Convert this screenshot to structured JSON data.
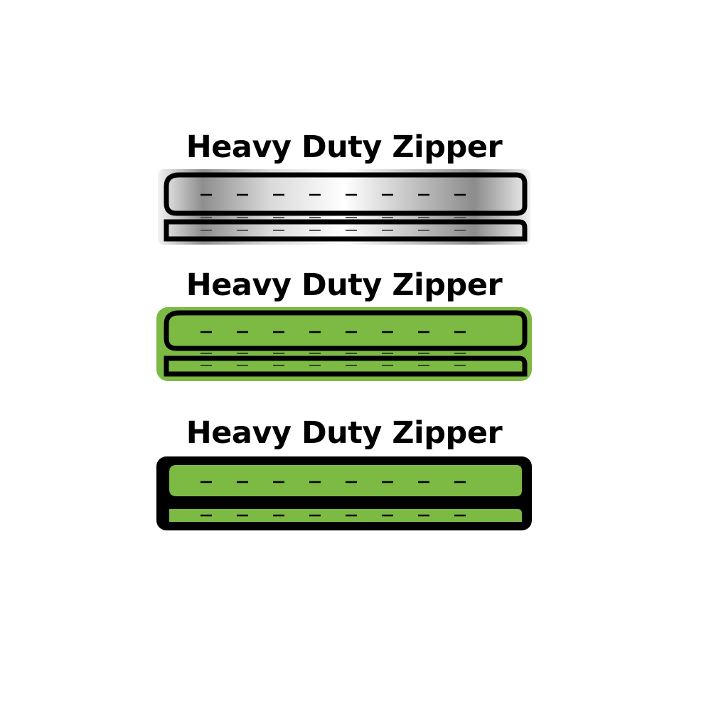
{
  "icons": [
    {
      "title": "Heavy Duty Zipper",
      "style": "silver",
      "colors": {
        "metal_light": "#f4f4f4",
        "metal_dark": "#8c8c8c",
        "outline": "#000000"
      }
    },
    {
      "title": "Heavy Duty Zipper",
      "style": "green-outline",
      "colors": {
        "fill": "#7cba43",
        "outline": "#000000"
      }
    },
    {
      "title": "Heavy Duty Zipper",
      "style": "green-solid",
      "colors": {
        "fill": "#7cba43",
        "outline": "#000000"
      }
    }
  ]
}
